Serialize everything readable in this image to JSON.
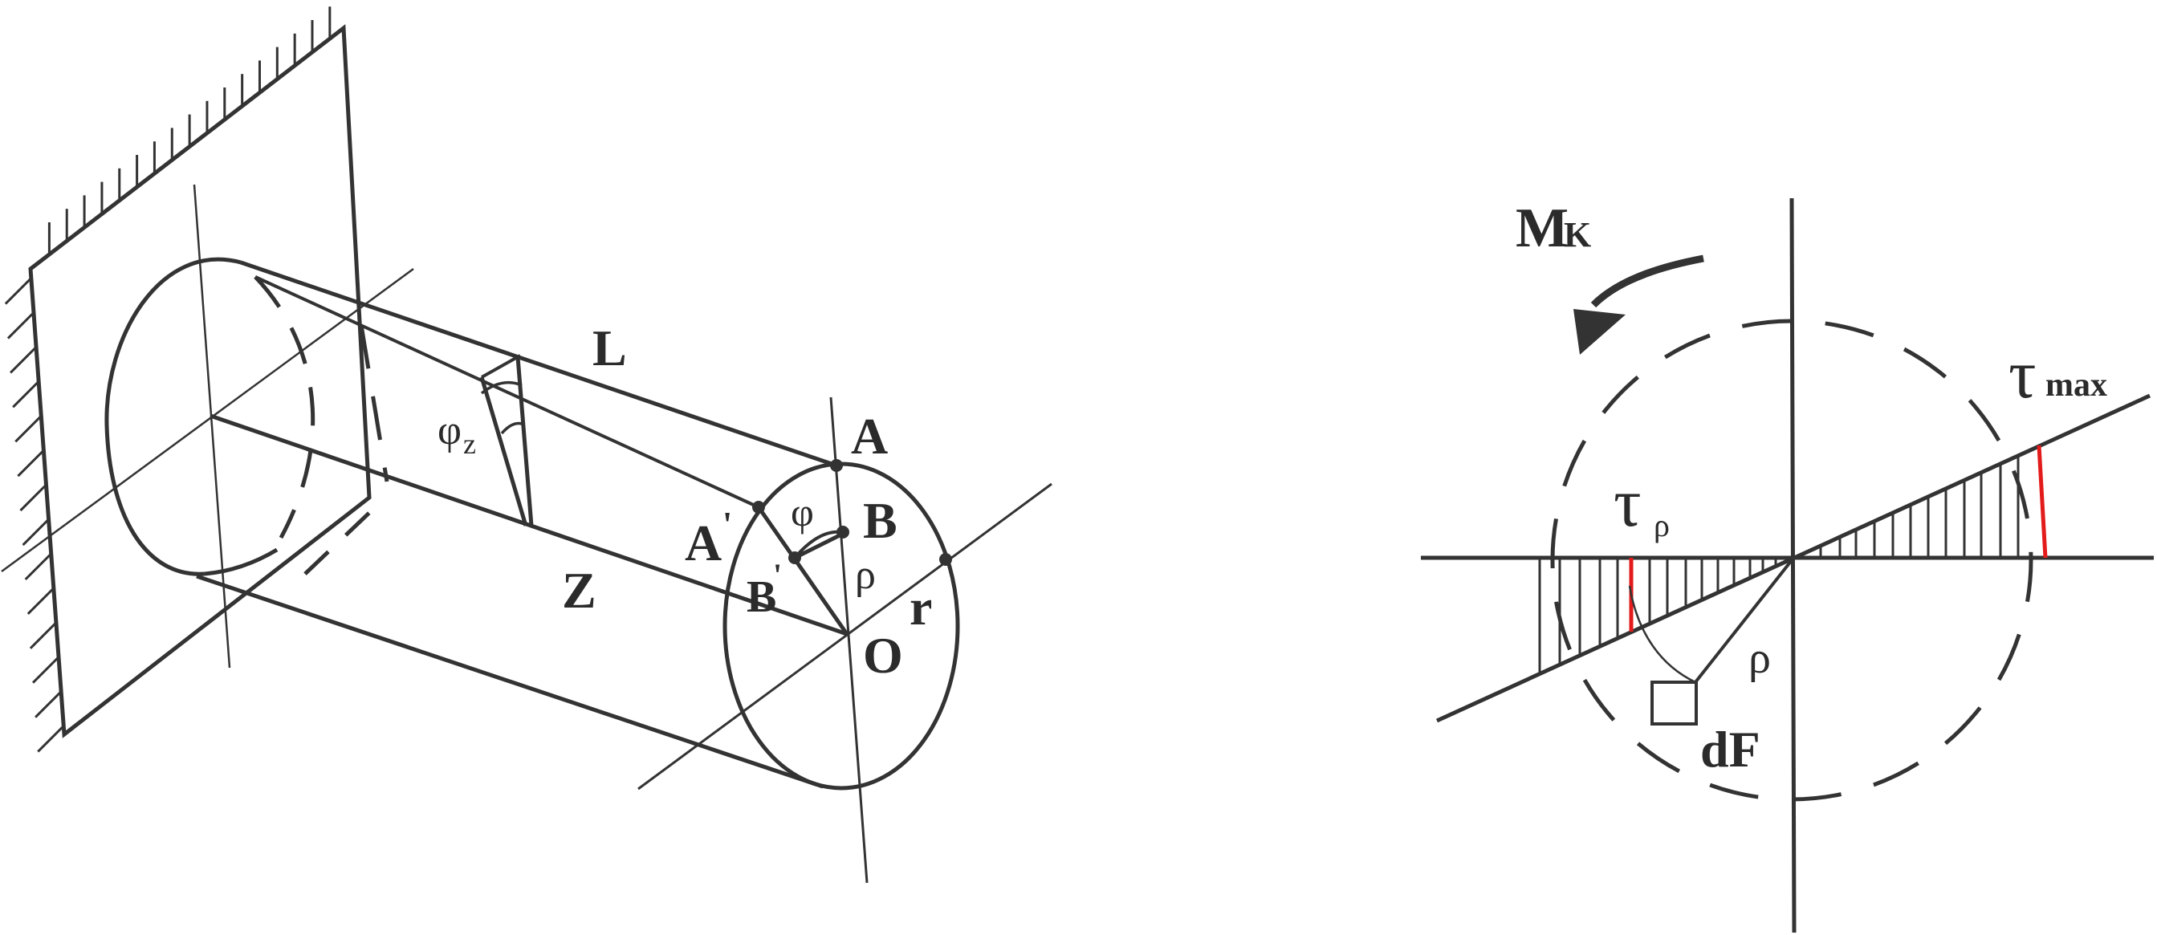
{
  "left_diagram": {
    "labels": {
      "L": "L",
      "phi_z": "φ",
      "phi_z_sub": "z",
      "Z": "Z",
      "A": "A",
      "A_prime": "A",
      "B": "B",
      "B_prime": "B",
      "phi": "φ",
      "rho": "ρ",
      "r": "r",
      "O": "O",
      "prime": "'"
    }
  },
  "right_diagram": {
    "labels": {
      "M": "M",
      "M_sub": "K",
      "tau_max": "τ",
      "tau_max_sub": "max",
      "tau_rho": "τ",
      "tau_rho_sub": "ρ",
      "rho": "ρ",
      "dF": "dF"
    },
    "colors": {
      "stroke": "#333333",
      "highlight": "#e31b1b"
    }
  }
}
